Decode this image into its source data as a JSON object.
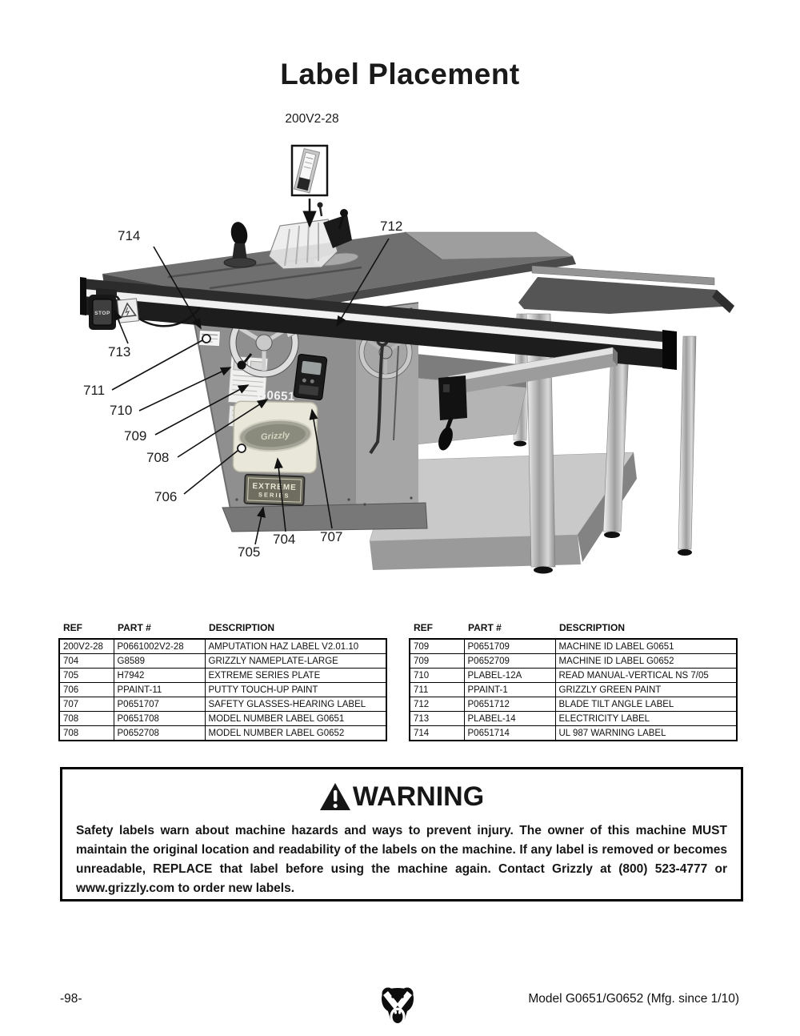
{
  "page": {
    "title": "Label Placement",
    "page_number": "-98-",
    "footer_model": "Model G0651/G0652 (Mfg. since 1/10)"
  },
  "diagram": {
    "inset_ref": "200V2-28",
    "machine": {
      "model_label": "G0651",
      "brand": "Grizzly",
      "series_line1": "EXTREME",
      "series_line2": "SERIES",
      "stop": "STOP"
    },
    "callouts": [
      {
        "label": "714"
      },
      {
        "label": "712"
      },
      {
        "label": "713"
      },
      {
        "label": "711"
      },
      {
        "label": "710"
      },
      {
        "label": "709"
      },
      {
        "label": "708"
      },
      {
        "label": "706"
      },
      {
        "label": "705"
      },
      {
        "label": "704"
      },
      {
        "label": "707"
      }
    ]
  },
  "parts_tables": {
    "headers": [
      "REF",
      "PART #",
      "DESCRIPTION"
    ],
    "left": {
      "rows": [
        {
          "ref": "200V2-28",
          "part": "P0661002V2-28",
          "desc": "AMPUTATION HAZ LABEL V2.01.10"
        },
        {
          "ref": "704",
          "part": "G8589",
          "desc": "GRIZZLY NAMEPLATE-LARGE"
        },
        {
          "ref": "705",
          "part": "H7942",
          "desc": "EXTREME SERIES PLATE"
        },
        {
          "ref": "706",
          "part": "PPAINT-11",
          "desc": "PUTTY TOUCH-UP PAINT"
        },
        {
          "ref": "707",
          "part": "P0651707",
          "desc": "SAFETY GLASSES-HEARING LABEL"
        },
        {
          "ref": "708",
          "part": "P0651708",
          "desc": "MODEL NUMBER LABEL G0651"
        },
        {
          "ref": "708",
          "part": "P0652708",
          "desc": "MODEL NUMBER LABEL G0652"
        }
      ]
    },
    "right": {
      "rows": [
        {
          "ref": "709",
          "part": "P0651709",
          "desc": "MACHINE ID LABEL G0651"
        },
        {
          "ref": "709",
          "part": "P0652709",
          "desc": "MACHINE ID LABEL G0652"
        },
        {
          "ref": "710",
          "part": "PLABEL-12A",
          "desc": "READ MANUAL-VERTICAL NS 7/05"
        },
        {
          "ref": "711",
          "part": "PPAINT-1",
          "desc": "GRIZZLY GREEN PAINT"
        },
        {
          "ref": "712",
          "part": "P0651712",
          "desc": "BLADE TILT ANGLE LABEL"
        },
        {
          "ref": "713",
          "part": "PLABEL-14",
          "desc": "ELECTRICITY LABEL"
        },
        {
          "ref": "714",
          "part": "P0651714",
          "desc": "UL 987 WARNING LABEL"
        }
      ]
    }
  },
  "warning": {
    "title": "WARNING",
    "body": "Safety labels warn about machine hazards and ways to prevent injury. The owner of this machine MUST maintain the original location and readability of the labels on the machine. If any label is removed or becomes unreadable, REPLACE that label before using the machine again. Contact Grizzly at (800) 523-4777 or www.grizzly.com to order new labels."
  },
  "colors": {
    "ink": "#111111",
    "paper": "#ffffff"
  }
}
